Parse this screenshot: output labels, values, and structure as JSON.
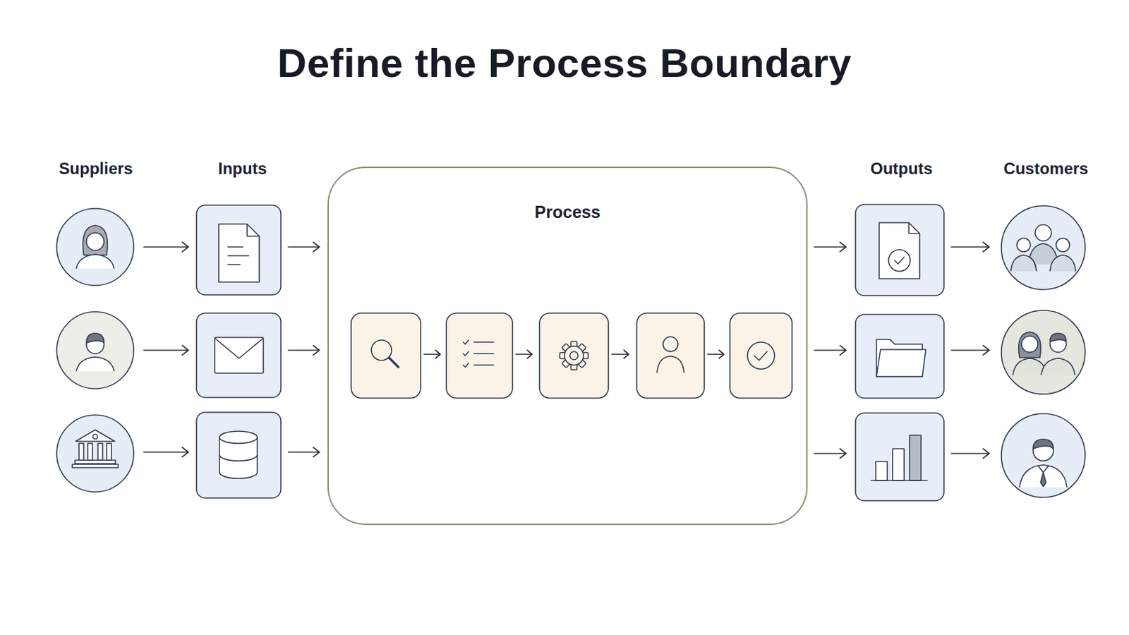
{
  "diagram": {
    "title": "Define the Process Boundary",
    "nodes": [
      {
        "text": [
          "Process"
        ]
      }
    ],
    "labels": [
      "Suppliers",
      "Inputs",
      "Outputs",
      "Customers"
    ]
  }
}
